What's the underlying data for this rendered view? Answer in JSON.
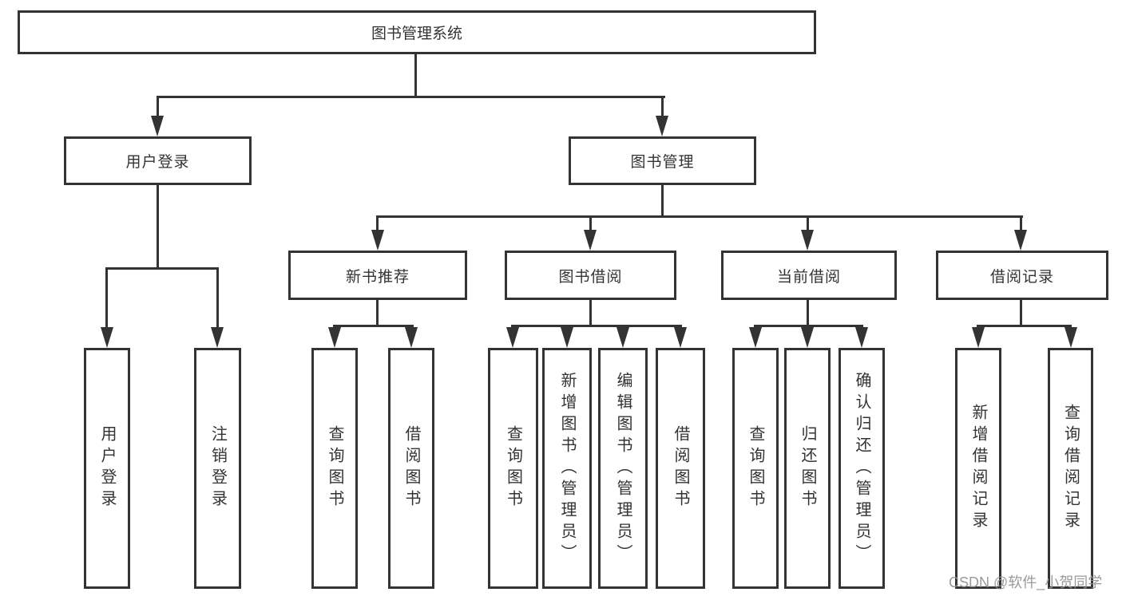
{
  "diagram": {
    "root": "图书管理系统",
    "level2": [
      "用户登录",
      "图书管理"
    ],
    "level3": [
      "新书推荐",
      "图书借阅",
      "当前借阅",
      "借阅记录"
    ],
    "leaves": [
      "用户登录",
      "注销登录",
      "查询图书",
      "借阅图书",
      "查询图书",
      "新增图书（管理员）",
      "编辑图书（管理员）",
      "借阅图书",
      "查询图书",
      "归还图书",
      "确认归还（管理员）",
      "新增借阅记录",
      "查询借阅记录"
    ]
  },
  "watermark": {
    "text": "CSDN @软件_小贺同学"
  },
  "colors": {
    "line": "#333333",
    "box_background": "#ffffff",
    "text": "#333333",
    "watermark": "#919191"
  }
}
